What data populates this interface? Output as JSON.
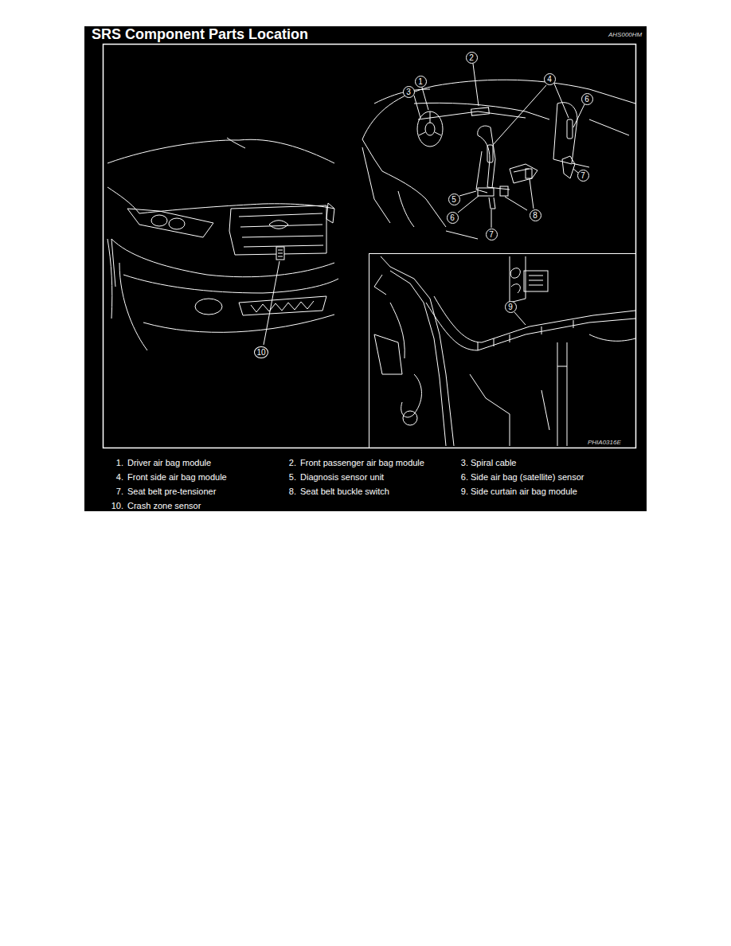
{
  "diagram": {
    "title": "SRS Component Parts Location",
    "labels": [
      "AHS000HM",
      "1",
      "2",
      "3",
      "4",
      "6",
      "6",
      "5",
      "8",
      "7",
      "7",
      "9",
      "10",
      "PHIA0316E",
      "1.",
      "Driver air bag module",
      "2.",
      "Front passenger air bag module",
      "3.",
      "Spiral cable",
      "4.",
      "Front side air bag module",
      "5.",
      "Diagnosis sensor unit",
      "6.",
      "Side air bag (satellite) sensor",
      "7.",
      "Seat belt pre-tensioner",
      "8.",
      "Seat belt buckle switch",
      "9.",
      "Side curtain air bag module",
      "10.",
      "Crash zone sensor"
    ]
  }
}
